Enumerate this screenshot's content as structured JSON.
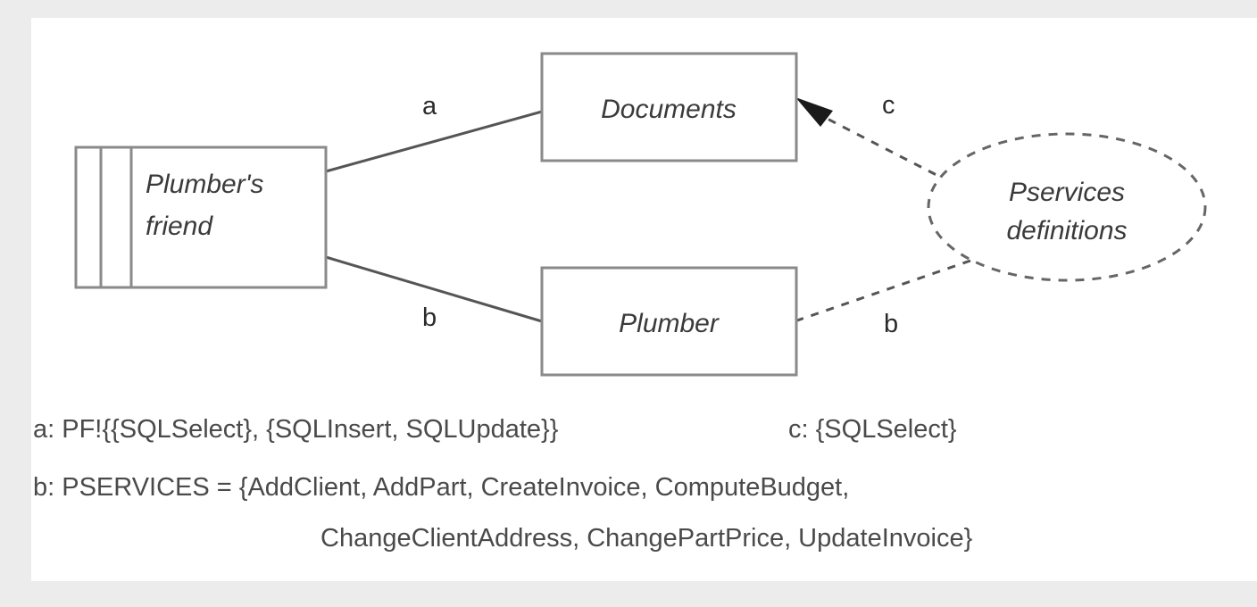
{
  "figure": {
    "nodes": [
      {
        "id": "plumbers-friend",
        "label_line1": "Plumber's",
        "label_line2": "friend",
        "shape": "component-box"
      },
      {
        "id": "documents",
        "label": "Documents",
        "shape": "rectangle"
      },
      {
        "id": "plumber",
        "label": "Plumber",
        "shape": "rectangle"
      },
      {
        "id": "pservices-definitions",
        "label_line1": "Pservices",
        "label_line2": "definitions",
        "shape": "dashed-ellipse"
      }
    ],
    "edges": [
      {
        "id": "edge-a",
        "label": "a",
        "style": "solid",
        "from": "plumbers-friend",
        "to": "documents",
        "arrow": false
      },
      {
        "id": "edge-b-left",
        "label": "b",
        "style": "solid",
        "from": "plumbers-friend",
        "to": "plumber",
        "arrow": false
      },
      {
        "id": "edge-c",
        "label": "c",
        "style": "dashed",
        "from": "pservices-definitions",
        "to": "documents",
        "arrow": true
      },
      {
        "id": "edge-b-right",
        "label": "b",
        "style": "dashed",
        "from": "pservices-definitions",
        "to": "plumber",
        "arrow": false
      }
    ],
    "caption": {
      "line_a": "a: PF!{{SQLSelect}, {SQLInsert, SQLUpdate}}",
      "line_c": "c: {SQLSelect}",
      "line_b_1": "b: PSERVICES = {AddClient, AddPart, CreateInvoice, ComputeBudget,",
      "line_b_2": "ChangeClientAddress, ChangePartPrice, UpdateInvoice}"
    }
  },
  "colors": {
    "page_background": "#ececec",
    "panel_background": "#ffffff",
    "stroke": "#555555",
    "node_stroke": "#8a8a8a",
    "text": "#3a3a3a"
  }
}
